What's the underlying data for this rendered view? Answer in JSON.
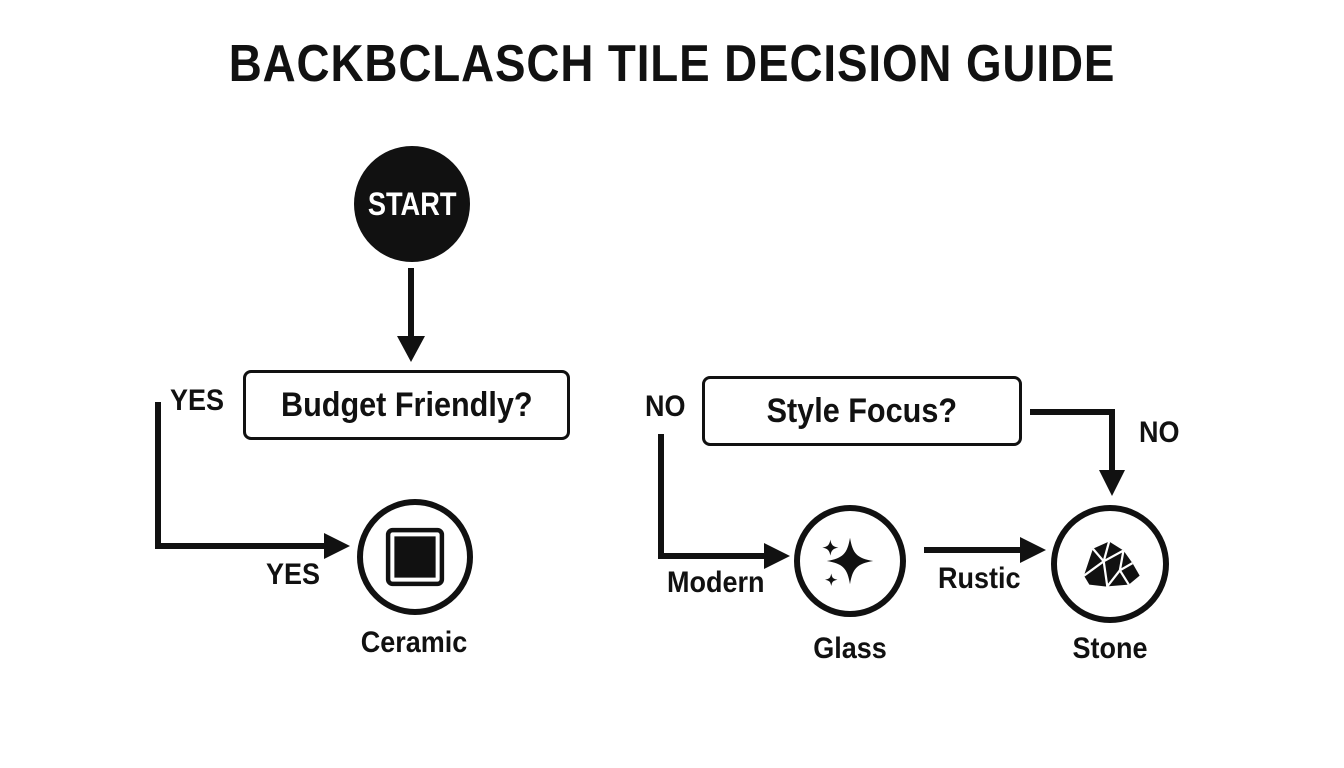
{
  "title": "BACKBCLASCH TILE DECISION GUIDE",
  "nodes": {
    "start": "START",
    "budget_question": "Budget Friendly?",
    "style_question": "Style Focus?",
    "ceramic": {
      "label": "Ceramic",
      "icon": "square-tile-icon"
    },
    "glass": {
      "label": "Glass",
      "icon": "sparkle-icon"
    },
    "stone": {
      "label": "Stone",
      "icon": "rock-icon"
    }
  },
  "edge_labels": {
    "budget_yes_top": "YES",
    "budget_yes_bottom": "YES",
    "style_no_left": "NO",
    "style_no_right": "NO",
    "modern": "Modern",
    "rustic": "Rustic"
  },
  "colors": {
    "ink": "#111111",
    "background": "#ffffff"
  }
}
